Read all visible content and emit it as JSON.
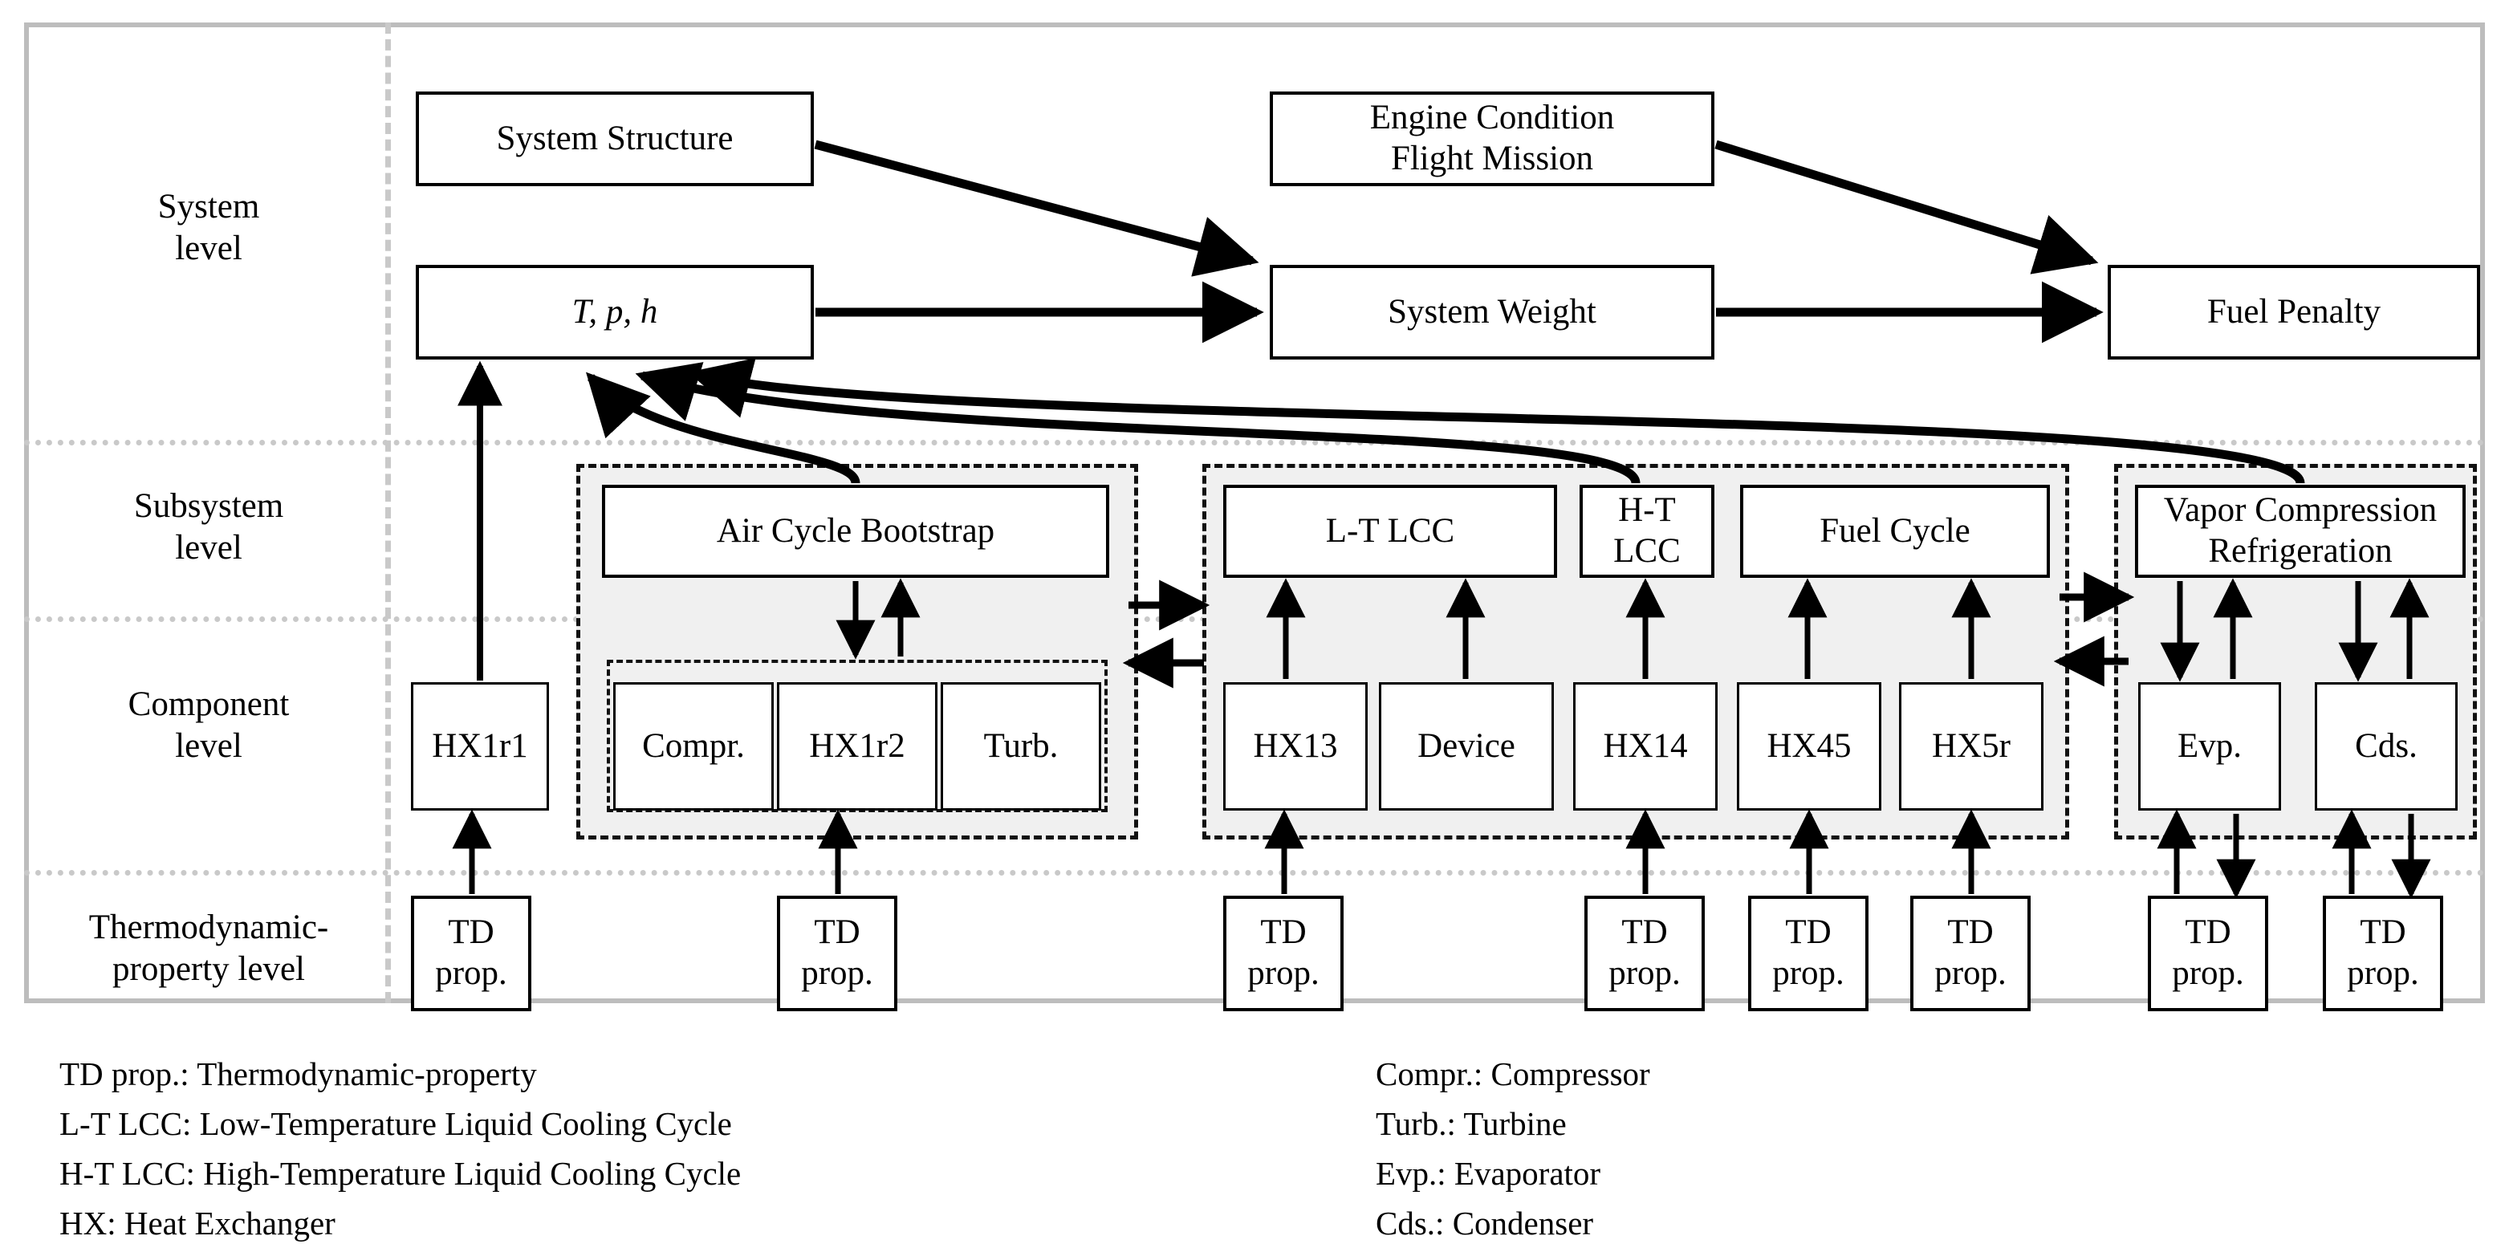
{
  "levels": [
    {
      "id": "system",
      "label": "System\nlevel"
    },
    {
      "id": "subsystem",
      "label": "Subsystem\nlevel"
    },
    {
      "id": "component",
      "label": "Component\nlevel"
    },
    {
      "id": "thermo",
      "label": "Thermodynamic-\nproperty level"
    }
  ],
  "level_labels": {
    "system_line1": "System",
    "system_line2": "level",
    "subsystem_line1": "Subsystem",
    "subsystem_line2": "level",
    "component_line1": "Component",
    "component_line2": "level",
    "thermo_line1": "Thermodynamic-",
    "thermo_line2": "property level"
  },
  "system_level": {
    "system_structure": "System Structure",
    "engine_condition_line1": "Engine Condition",
    "engine_condition_line2": "Flight Mission",
    "tph": "T, p, h",
    "system_weight": "System Weight",
    "fuel_penalty": "Fuel Penalty"
  },
  "subsystem_level": {
    "air_cycle_bootstrap": "Air Cycle Bootstrap",
    "lt_lcc": "L-T LCC",
    "ht_lcc_line1": "H-T",
    "ht_lcc_line2": "LCC",
    "fuel_cycle": "Fuel Cycle",
    "vcr_line1": "Vapor Compression",
    "vcr_line2": "Refrigeration"
  },
  "component_level": {
    "hx1r1": "HX1r1",
    "compr": "Compr.",
    "hx1r2": "HX1r2",
    "turb": "Turb.",
    "hx13": "HX13",
    "device": "Device",
    "hx14": "HX14",
    "hx45": "HX45",
    "hx5r": "HX5r",
    "evp": "Evp.",
    "cds": "Cds."
  },
  "thermo_level": {
    "td_prop": "TD\nprop.",
    "td_prop_line1": "TD",
    "td_prop_line2": "prop.",
    "count": 8
  },
  "legend_left": [
    "TD prop.: Thermodynamic-property",
    "L-T LCC: Low-Temperature Liquid Cooling Cycle",
    "H-T LCC: High-Temperature Liquid Cooling Cycle",
    "HX: Heat Exchanger"
  ],
  "legend_right": [
    "Compr.: Compressor",
    "Turb.: Turbine",
    "Evp.: Evaporator",
    "Cds.: Condenser"
  ],
  "colors": {
    "frame": "#bdbdbd",
    "divider": "#c9c9c9",
    "group_fill": "#f0f0f0",
    "stroke": "#000000"
  }
}
